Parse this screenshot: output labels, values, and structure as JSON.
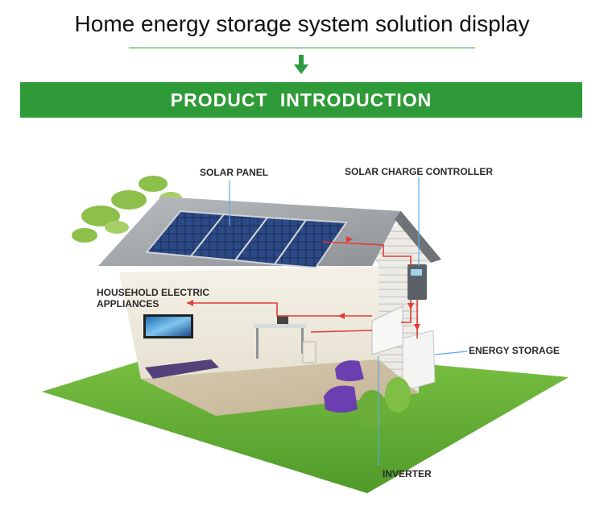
{
  "header": {
    "title": "Home energy storage system solution display",
    "banner": "PRODUCT  INTRODUCTION"
  },
  "diagram": {
    "labels": {
      "solar_panel": "SOLAR PANEL",
      "charge_controller": "SOLAR CHARGE CONTROLLER",
      "appliances": "HOUSEHOLD ELECTRIC\nAPPLIANCES",
      "energy_storage": "ENERGY STORAGE",
      "inverter": "INVERTER"
    }
  },
  "colors": {
    "accent_green": "#2f9a38",
    "flow_arrow": "#e53935",
    "pointer_line": "#5aa9e6"
  }
}
